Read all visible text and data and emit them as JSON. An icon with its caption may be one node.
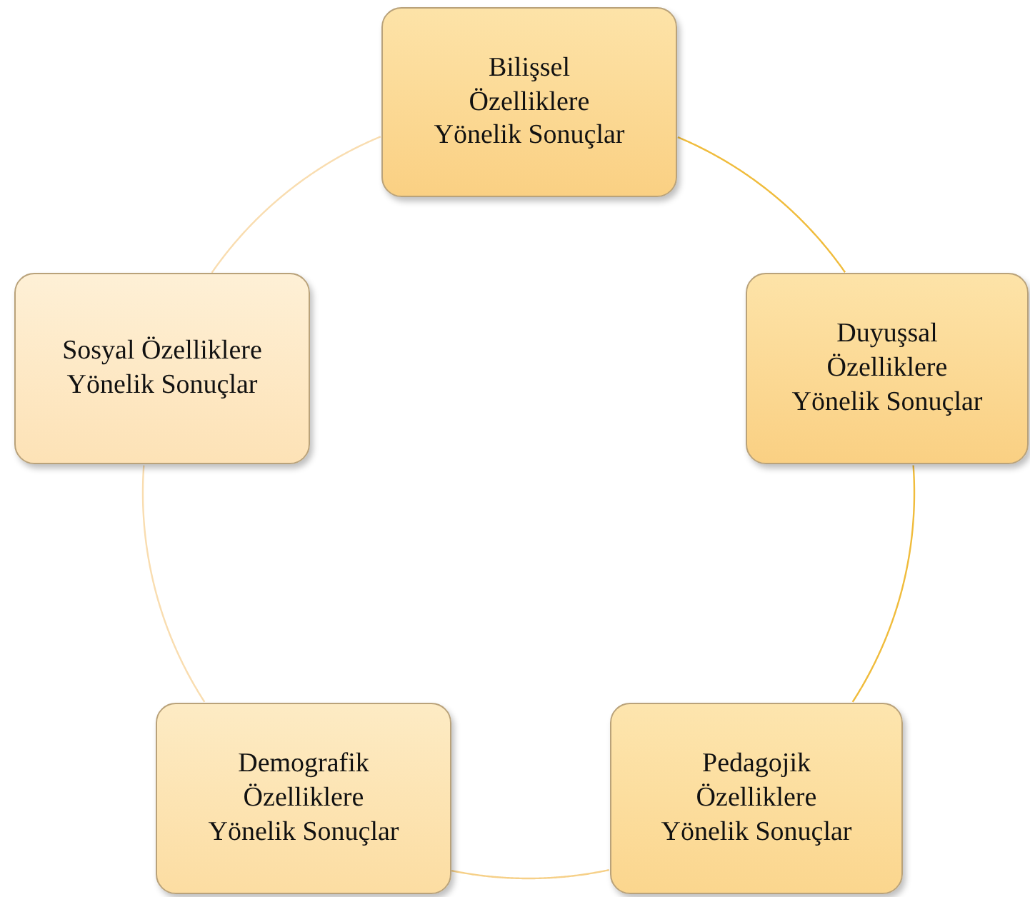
{
  "diagram": {
    "nodes": [
      {
        "text": [
          "Bilişsel Özelliklere Yönelik Sonuçlar"
        ]
      },
      {
        "text": [
          "Duyuşsal Özelliklere Yönelik Sonuçlar"
        ]
      },
      {
        "text": [
          "Pedagojik Özelliklere Yönelik Sonuçlar"
        ]
      },
      {
        "text": [
          "Demografik Özelliklere Yönelik Sonuçlar"
        ]
      },
      {
        "text": [
          "Sosyal Özelliklere Yönelik Sonuçlar"
        ]
      }
    ],
    "edges": [
      {
        "from": 0,
        "to": 1,
        "arrow": "none",
        "color": "#f0bc3c"
      },
      {
        "from": 1,
        "to": 2,
        "arrow": "none",
        "color": "#f0bc3c"
      },
      {
        "from": 2,
        "to": 3,
        "arrow": "none",
        "color": "#f6d088"
      },
      {
        "from": 3,
        "to": 4,
        "arrow": "none",
        "color": "#f9ddb0"
      },
      {
        "from": 4,
        "to": 0,
        "arrow": "none",
        "color": "#f9ddb0"
      }
    ]
  }
}
